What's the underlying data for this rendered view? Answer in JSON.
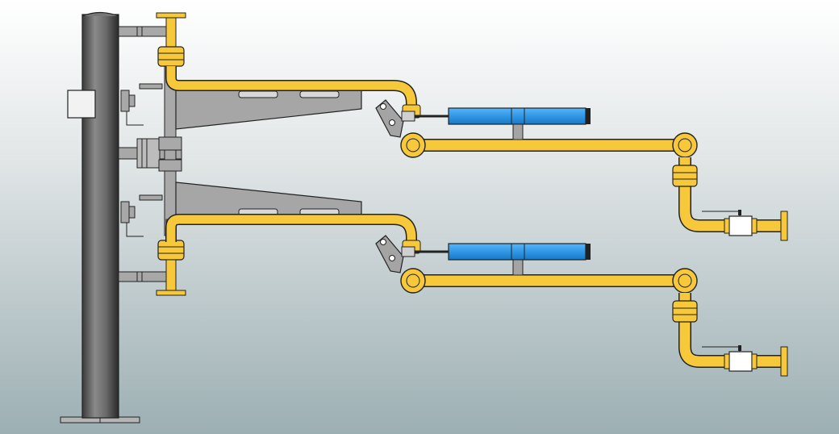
{
  "scene": {
    "colors": {
      "background_top": "#ffffff",
      "background_bottom": "#9cafb3",
      "pipe_fill": "#f6c83a",
      "pipe_outline": "#1a1a1a",
      "column": "#5f5f5f",
      "bracket": "#a4a4a4",
      "cylinder": "#1e90e0"
    },
    "components": {
      "column": "support-column",
      "arms": [
        "upper-loading-arm",
        "lower-loading-arm"
      ],
      "cylinders": [
        "upper-hydraulic-cylinder",
        "lower-hydraulic-cylinder"
      ],
      "valves": [
        "upper-outlet-valve",
        "lower-outlet-valve"
      ]
    }
  }
}
